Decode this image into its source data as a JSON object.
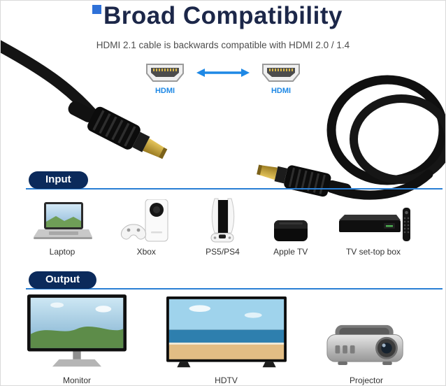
{
  "header": {
    "title": "Broad Compatibility",
    "subtitle": "HDMI 2.1 cable is backwards compatible with HDMI 2.0 / 1.4",
    "left_connector": {
      "label": "HDMI",
      "icon": "hdmi-port-icon"
    },
    "right_connector": {
      "label": "HDMI",
      "icon": "hdmi-port-icon"
    },
    "arrow_icon": "double-arrow-icon"
  },
  "cable": {
    "icon": "hdmi-cable-photo"
  },
  "sections": {
    "input": {
      "label": "Input",
      "devices": [
        {
          "name": "Laptop",
          "icon": "laptop-icon"
        },
        {
          "name": "Xbox",
          "icon": "xbox-console-icon"
        },
        {
          "name": "PS5/PS4",
          "icon": "playstation-console-icon"
        },
        {
          "name": "Apple TV",
          "icon": "apple-tv-icon"
        },
        {
          "name": "TV set-top box",
          "icon": "set-top-box-icon"
        }
      ]
    },
    "output": {
      "label": "Output",
      "devices": [
        {
          "name": "Monitor",
          "icon": "monitor-icon"
        },
        {
          "name": "HDTV",
          "icon": "hdtv-icon"
        },
        {
          "name": "Projector",
          "icon": "projector-icon"
        }
      ]
    }
  },
  "colors": {
    "title": "#1c2749",
    "accent_blue": "#1e88e5",
    "badge_background": "#0b2a5b",
    "badge_text": "#ffffff",
    "divider_blue": "#2a7fd4",
    "label_text": "#333333"
  }
}
